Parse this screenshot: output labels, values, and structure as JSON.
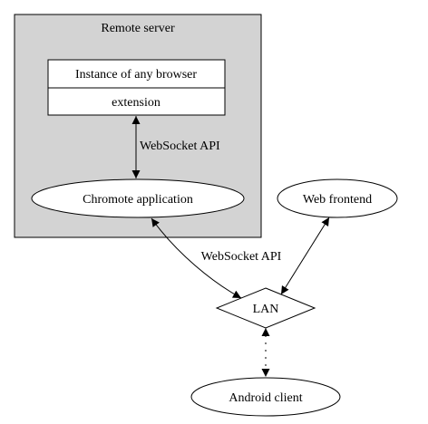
{
  "cluster": {
    "label": "Remote server",
    "fill": "#d3d3d3"
  },
  "nodes": {
    "browser_record": {
      "top": "Instance of any browser",
      "bottom": "extension"
    },
    "chromote_app": "Chromote application",
    "web_frontend": "Web frontend",
    "lan": "LAN",
    "android_client": "Android client"
  },
  "edges": {
    "browser_to_app": "WebSocket API",
    "app_to_lan": "WebSocket API",
    "frontend_to_lan": "",
    "lan_to_android": ""
  },
  "colors": {
    "stroke": "#000000",
    "background": "#ffffff"
  }
}
